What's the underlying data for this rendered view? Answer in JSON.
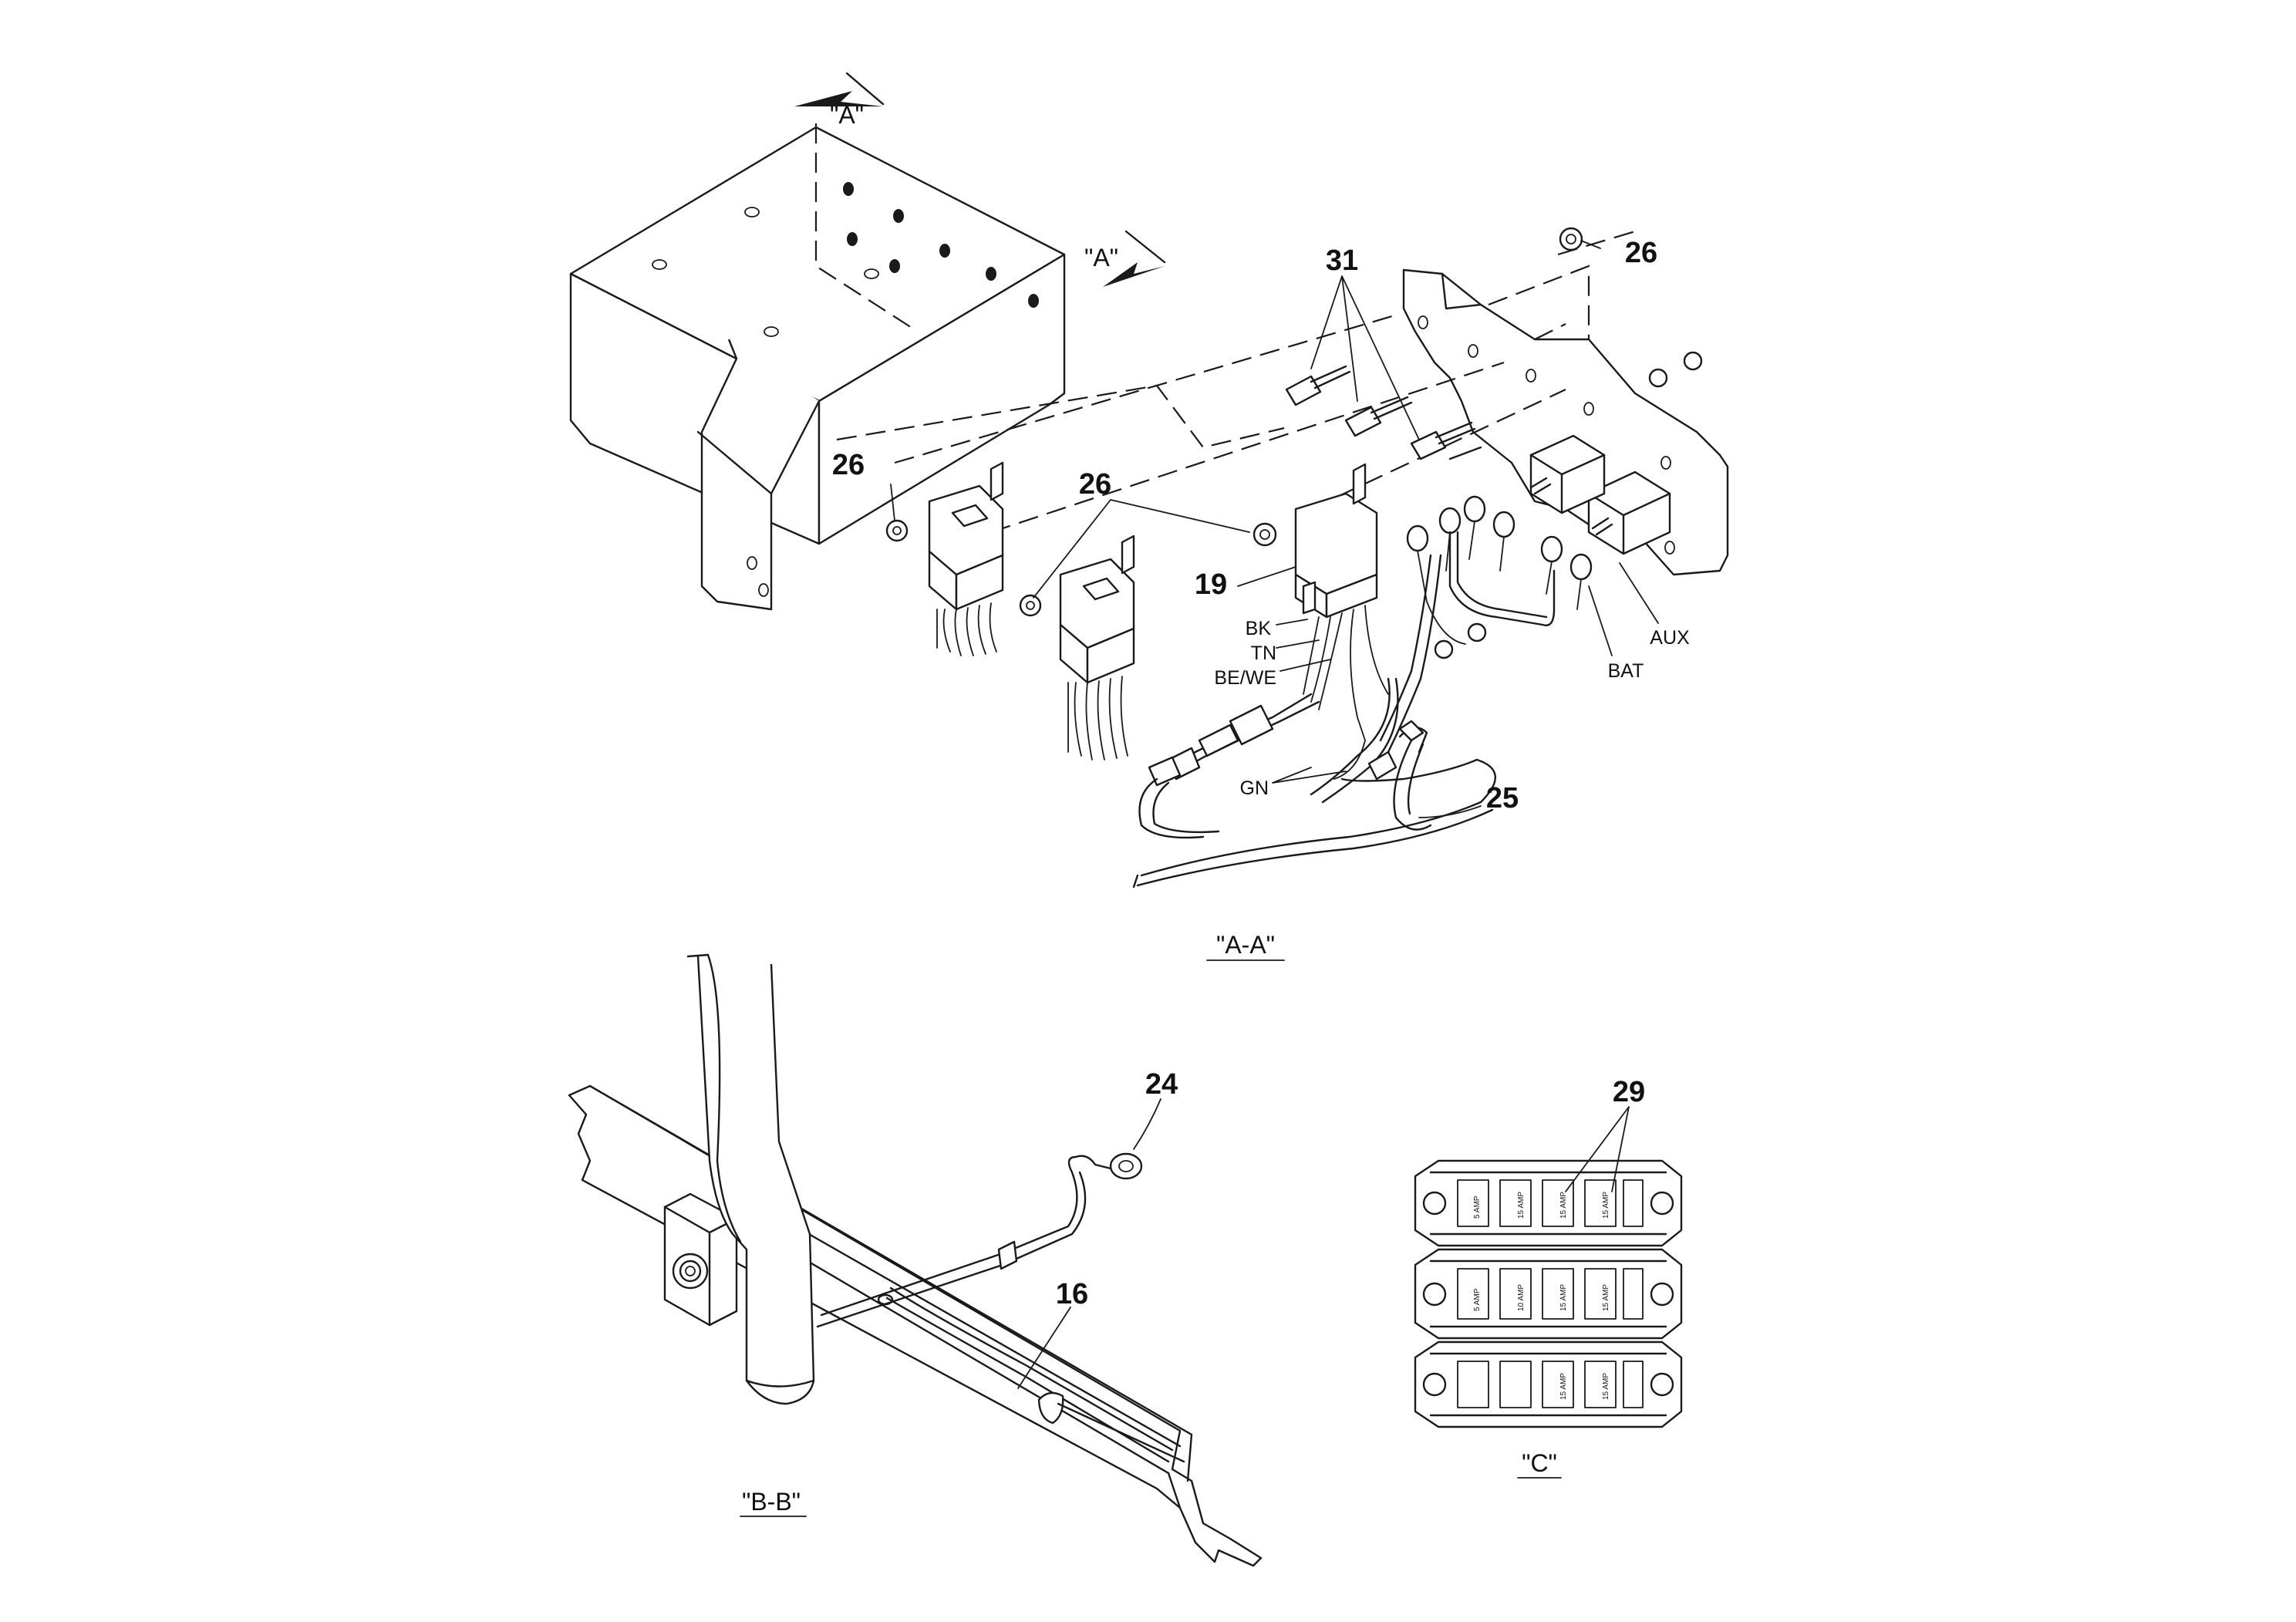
{
  "views": {
    "top_arrow": "\"A\"",
    "side_arrow": "\"A\"",
    "section_aa": "\"A-A\"",
    "section_bb": "\"B-B\"",
    "view_c": "\"C\""
  },
  "callouts": {
    "c31": "31",
    "c26_top": "26",
    "c26_left": "26",
    "c26_mid": "26",
    "c19": "19",
    "c25": "25",
    "c24": "24",
    "c16": "16",
    "c29": "29"
  },
  "wire_labels": {
    "bk": "BK",
    "tn": "TN",
    "be_we": "BE/WE",
    "gn": "GN",
    "aux": "AUX",
    "bat": "BAT"
  },
  "fuse_ratings": [
    "5 AMP",
    "15 AMP",
    "15 AMP",
    "5 AMP",
    "10 AMP",
    "15 AMP",
    "15 AMP",
    "15 AMP",
    "15 AMP",
    "15 AMP"
  ]
}
